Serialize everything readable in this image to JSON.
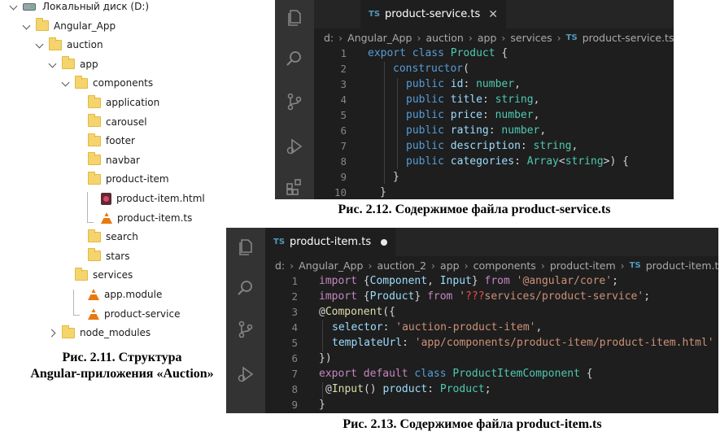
{
  "tree": {
    "items": [
      {
        "label": "Локальный диск (D:)",
        "icon": "drive-icon",
        "chevron": "down",
        "indent": 0
      },
      {
        "label": "Angular_App",
        "icon": "folder-icon",
        "chevron": "down",
        "indent": 1
      },
      {
        "label": "auction",
        "icon": "folder-icon",
        "chevron": "down",
        "indent": 2
      },
      {
        "label": "app",
        "icon": "folder-icon",
        "chevron": "down",
        "indent": 3
      },
      {
        "label": "components",
        "icon": "folder-icon",
        "chevron": "down",
        "indent": 4
      },
      {
        "label": "application",
        "icon": "folder-icon",
        "chevron": "none",
        "indent": 5
      },
      {
        "label": "carousel",
        "icon": "folder-icon",
        "chevron": "none",
        "indent": 5
      },
      {
        "label": "footer",
        "icon": "folder-icon",
        "chevron": "none",
        "indent": 5
      },
      {
        "label": "navbar",
        "icon": "folder-icon",
        "chevron": "none",
        "indent": 5
      },
      {
        "label": "product-item",
        "icon": "folder-icon",
        "chevron": "none",
        "indent": 5
      },
      {
        "label": "product-item.html",
        "icon": "html-file-icon",
        "chevron": "none",
        "indent": 6
      },
      {
        "label": "product-item.ts",
        "icon": "ts-file-icon",
        "chevron": "none",
        "indent": 6
      },
      {
        "label": "search",
        "icon": "folder-icon",
        "chevron": "none",
        "indent": 5
      },
      {
        "label": "stars",
        "icon": "folder-icon",
        "chevron": "none",
        "indent": 5
      },
      {
        "label": "services",
        "icon": "folder-icon",
        "chevron": "none",
        "indent": 4
      },
      {
        "label": "app.module",
        "icon": "ts-file-icon",
        "chevron": "none",
        "indent": 5
      },
      {
        "label": "product-service",
        "icon": "ts-file-icon",
        "chevron": "none",
        "indent": 5
      },
      {
        "label": "node_modules",
        "icon": "folder-icon",
        "chevron": "right",
        "indent": 3
      }
    ]
  },
  "captions": {
    "fig11_line1": "Рис. 2.11. Структура",
    "fig11_line2": "Angular-приложения «Auction»",
    "fig12": "Рис. 2.12. Содержимое файла product-service.ts",
    "fig13": "Рис. 2.13. Содержимое файла product-item.ts"
  },
  "editor1": {
    "tab": {
      "badge": "TS",
      "label": "product-service.ts",
      "close": "✕"
    },
    "breadcrumbs": [
      "d:",
      "Angular_App",
      "auction",
      "app",
      "services",
      "product-service.ts",
      "..."
    ],
    "breadcrumb_file_badge": "TS",
    "line_numbers": [
      "1",
      "2",
      "3",
      "4",
      "5",
      "6",
      "7",
      "8",
      "9",
      "10"
    ]
  },
  "editor2": {
    "tab": {
      "badge": "TS",
      "label": "product-item.ts"
    },
    "breadcrumbs": [
      "d:",
      "Angular_App",
      "auction_2",
      "app",
      "components",
      "product-item",
      "product-item.ts",
      "..."
    ],
    "breadcrumb_file_badge": "TS",
    "line_numbers": [
      "1",
      "2",
      "3",
      "4",
      "5",
      "6",
      "7",
      "8",
      "9"
    ]
  },
  "code1": {
    "l1": [
      "export",
      "class",
      "Product",
      "{"
    ],
    "l2": [
      "constructor",
      "("
    ],
    "l3": [
      "public",
      "id",
      ":",
      "number",
      ","
    ],
    "l4": [
      "public",
      "title",
      ":",
      "string",
      ","
    ],
    "l5": [
      "public",
      "price",
      ":",
      "number",
      ","
    ],
    "l6": [
      "public",
      "rating",
      ":",
      "number",
      ","
    ],
    "l7": [
      "public",
      "description",
      ":",
      "string",
      ","
    ],
    "l8": [
      "public",
      "categories",
      ":",
      "Array",
      "<",
      "string",
      ">",
      ")",
      "{"
    ],
    "l9": [
      "}"
    ],
    "l10": [
      "}"
    ]
  },
  "code2": {
    "l1": [
      "import",
      "{",
      "Component",
      ",",
      "Input",
      "}",
      "from",
      "'@angular/core'",
      ";"
    ],
    "l2": [
      "import",
      "{",
      "Product",
      "}",
      "from",
      "'",
      "???",
      "services/product-service'",
      ";"
    ],
    "l3": [
      "@",
      "Component",
      "({"
    ],
    "l4": [
      "selector",
      ":",
      "'auction-product-item'",
      ","
    ],
    "l5": [
      "templateUrl",
      ":",
      "'app/components/product-item/product-item.html'"
    ],
    "l6": [
      "})"
    ],
    "l7": [
      "export",
      "default",
      "class",
      "ProductItemComponent",
      "{"
    ],
    "l8": [
      "@",
      "Input",
      "()",
      "product",
      ":",
      "Product",
      ";"
    ],
    "l9": [
      "}"
    ]
  },
  "colors": {
    "editor_bg": "#1e1e1e",
    "keyword": "#569cd6",
    "class": "#4ec9b0",
    "property": "#9cdcfe",
    "string": "#ce9178"
  }
}
